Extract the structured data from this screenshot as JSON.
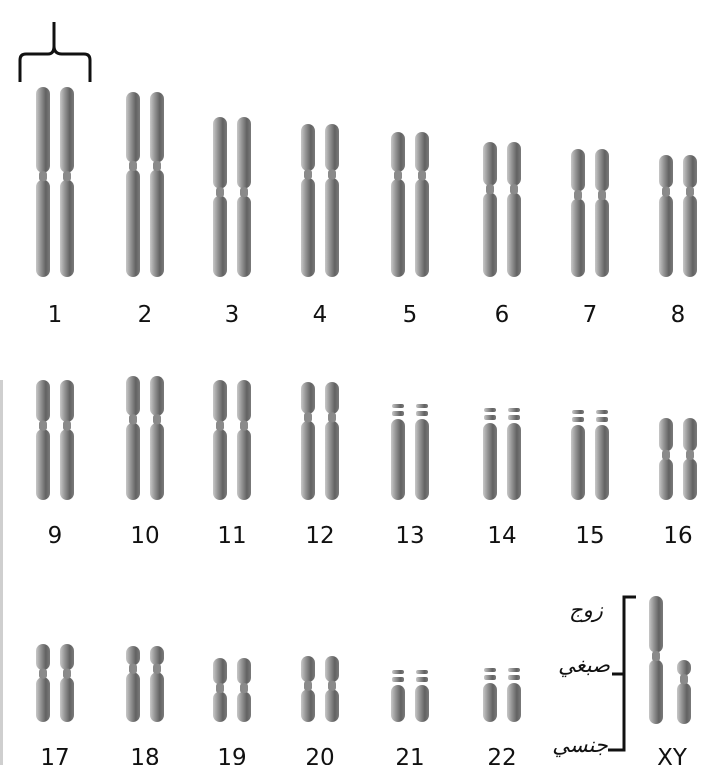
{
  "chromosomes": [
    {
      "label": "1",
      "type": "meta",
      "row": 1
    },
    {
      "label": "2",
      "type": "meta",
      "row": 1
    },
    {
      "label": "3",
      "type": "meta",
      "row": 1
    },
    {
      "label": "4",
      "type": "meta",
      "row": 1
    },
    {
      "label": "5",
      "type": "sub",
      "row": 1
    },
    {
      "label": "6",
      "type": "sub",
      "row": 1
    },
    {
      "label": "7",
      "type": "sub",
      "row": 1
    },
    {
      "label": "8",
      "type": "sub",
      "row": 1
    },
    {
      "label": "9",
      "type": "sub",
      "row": 2
    },
    {
      "label": "10",
      "type": "sub",
      "row": 2
    },
    {
      "label": "11",
      "type": "meta",
      "row": 2
    },
    {
      "label": "12",
      "type": "sub",
      "row": 2
    },
    {
      "label": "13",
      "type": "acro",
      "row": 2
    },
    {
      "label": "14",
      "type": "acro",
      "row": 2
    },
    {
      "label": "15",
      "type": "acro",
      "row": 2
    },
    {
      "label": "16",
      "type": "meta",
      "row": 2
    },
    {
      "label": "17",
      "type": "sub",
      "row": 3
    },
    {
      "label": "18",
      "type": "sub",
      "row": 3
    },
    {
      "label": "19",
      "type": "meta",
      "row": 3
    },
    {
      "label": "20",
      "type": "meta",
      "row": 3
    },
    {
      "label": "21",
      "type": "acro",
      "row": 3
    },
    {
      "label": "22",
      "type": "acro",
      "row": 3
    }
  ],
  "sex_chromosomes": {
    "label": "XY"
  },
  "annotation": {
    "line1": "زوج",
    "line2": "صبغي",
    "line3": "جنسي"
  },
  "colors": {
    "chromosome_dark": "#5e5e5e",
    "chromosome_light": "#c8c8c8",
    "text": "#111111"
  }
}
